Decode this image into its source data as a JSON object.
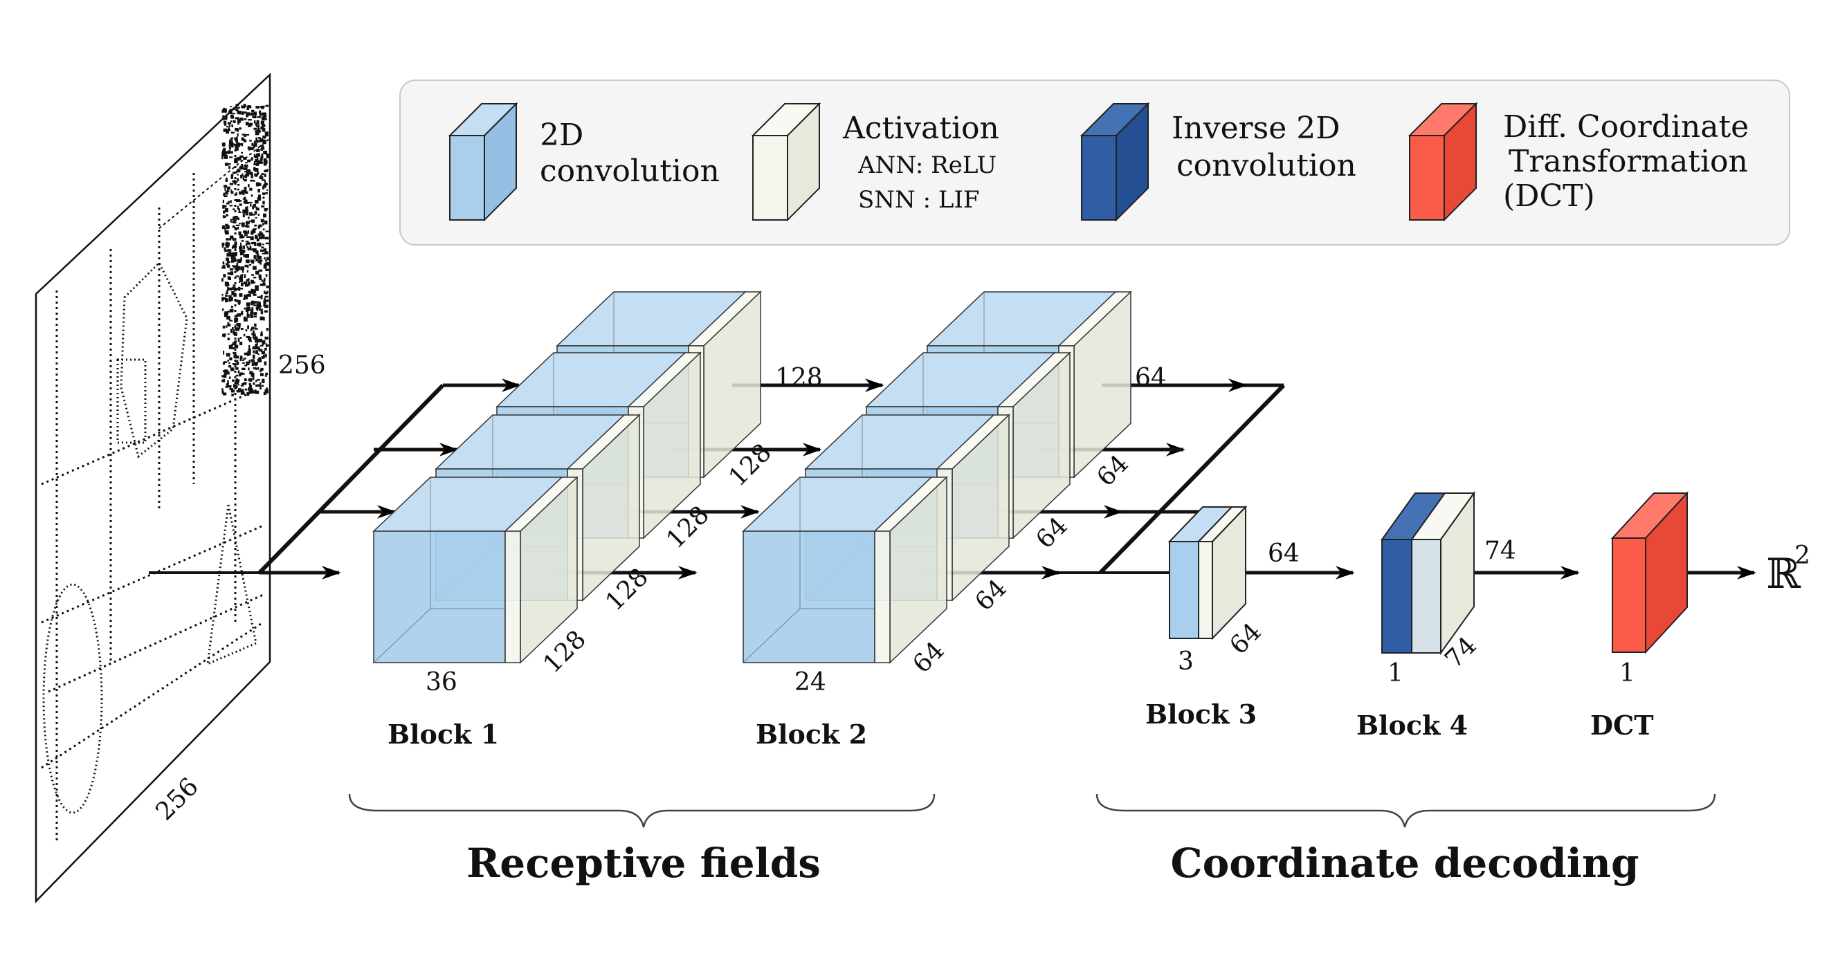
{
  "legend": {
    "conv2d": {
      "line1": "2D",
      "line2": "convolution"
    },
    "activation": {
      "title": "Activation",
      "ann": "ANN: ReLU",
      "snn": "SNN : LIF"
    },
    "inverse": {
      "line1": "Inverse 2D",
      "line2": "convolution"
    },
    "dct": {
      "line1": "Diff. Coordinate",
      "line2": "Transformation",
      "line3": "(DCT)"
    }
  },
  "input": {
    "height_label": "256",
    "width_label": "256"
  },
  "block1": {
    "name": "Block 1",
    "width_label": "36",
    "depth_label": "128",
    "stack_depth_labels": [
      "128",
      "128",
      "128"
    ],
    "out_channels": "128"
  },
  "block2": {
    "name": "Block 2",
    "width_label": "24",
    "depth_label": "64",
    "stack_depth_labels": [
      "64",
      "64",
      "64"
    ],
    "out_channels": "64"
  },
  "block3": {
    "name": "Block 3",
    "width_label": "3",
    "depth_label": "64",
    "out_channels": "64"
  },
  "block4": {
    "name": "Block 4",
    "width_label": "1",
    "depth_label": "74",
    "out_channels": "74"
  },
  "dct": {
    "name": "DCT",
    "width_label": "1"
  },
  "output": {
    "symbol": "ℝ",
    "exponent": "2"
  },
  "sections": {
    "receptive": "Receptive fields",
    "decoding": "Coordinate decoding"
  },
  "colors": {
    "conv": "#a9cfec",
    "conv_top": "#c4def3",
    "conv_side": "#95c0e3",
    "act": "#f4f5ec",
    "act_side": "#e3e6d8",
    "inv": "#2f5ea4",
    "dct": "#fb5c4a",
    "legend_bg": "#f5f5f5"
  }
}
